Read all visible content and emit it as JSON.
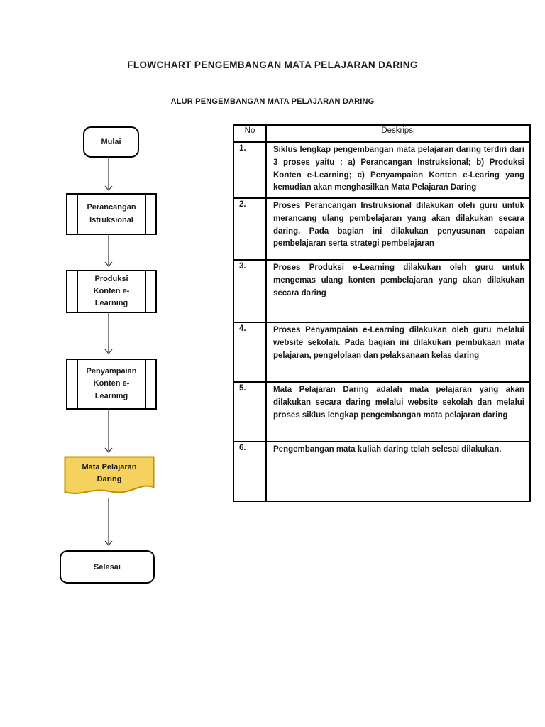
{
  "page": {
    "title": "FLOWCHART PENGEMBANGAN MATA PELAJARAN DARING",
    "subtitle": "ALUR PENGEMBANGAN MATA PELAJARAN DARING"
  },
  "flowchart": {
    "nodes": [
      {
        "id": "mulai",
        "type": "terminator",
        "label": "Mulai"
      },
      {
        "id": "perancangan-istruksional",
        "type": "predefined-process",
        "label": "Perancangan Istruksional"
      },
      {
        "id": "produksi-konten-elearning",
        "type": "predefined-process",
        "label": "Produksi Konten e-Learning"
      },
      {
        "id": "penyampaian-konten-elearning",
        "type": "predefined-process",
        "label": "Penyampaian Konten e-Learning"
      },
      {
        "id": "mata-pelajaran-daring",
        "type": "document",
        "label": "Mata Pelajaran Daring"
      },
      {
        "id": "selesai",
        "type": "terminator",
        "label": "Selesai"
      }
    ],
    "colors": {
      "node_border": "#000000",
      "arrow": "#3f3f3f",
      "document_fill": "#F5D25E",
      "document_border": "#BF9000"
    }
  },
  "table": {
    "headers": {
      "no": "No",
      "deskripsi": "Deskripsi"
    },
    "rows": [
      {
        "no": "1.",
        "text": "Siklus lengkap pengembangan mata pelajaran daring terdiri dari 3 proses yaitu : a) Perancangan Instruksional; b) Produksi Konten e-Learning; c) Penyampaian Konten e-Learing yang kemudian akan menghasilkan Mata Pelajaran Daring"
      },
      {
        "no": "2.",
        "text": "Proses Perancangan Instruksional dilakukan oleh guru untuk merancang ulang pembelajaran yang akan dilakukan secara daring. Pada bagian ini dilakukan penyusunan capaian pembelajaran serta strategi pembelajaran"
      },
      {
        "no": "3.",
        "text": "Proses Produksi e-Learning dilakukan oleh guru untuk mengemas ulang konten pembelajaran yang akan dilakukan secara daring"
      },
      {
        "no": "4.",
        "text": "Proses Penyampaian e-Learning dilakukan oleh guru melalui website sekolah. Pada bagian ini dilakukan pembukaan mata pelajaran, pengelolaan dan pelaksanaan kelas daring"
      },
      {
        "no": "5.",
        "text": "Mata Pelajaran Daring adalah mata pelajaran yang akan dilakukan secara daring melalui website sekolah dan melalui proses siklus lengkap pengembangan mata pelajaran daring"
      },
      {
        "no": "6.",
        "text": "Pengembangan mata kuliah daring telah selesai dilakukan."
      }
    ]
  }
}
